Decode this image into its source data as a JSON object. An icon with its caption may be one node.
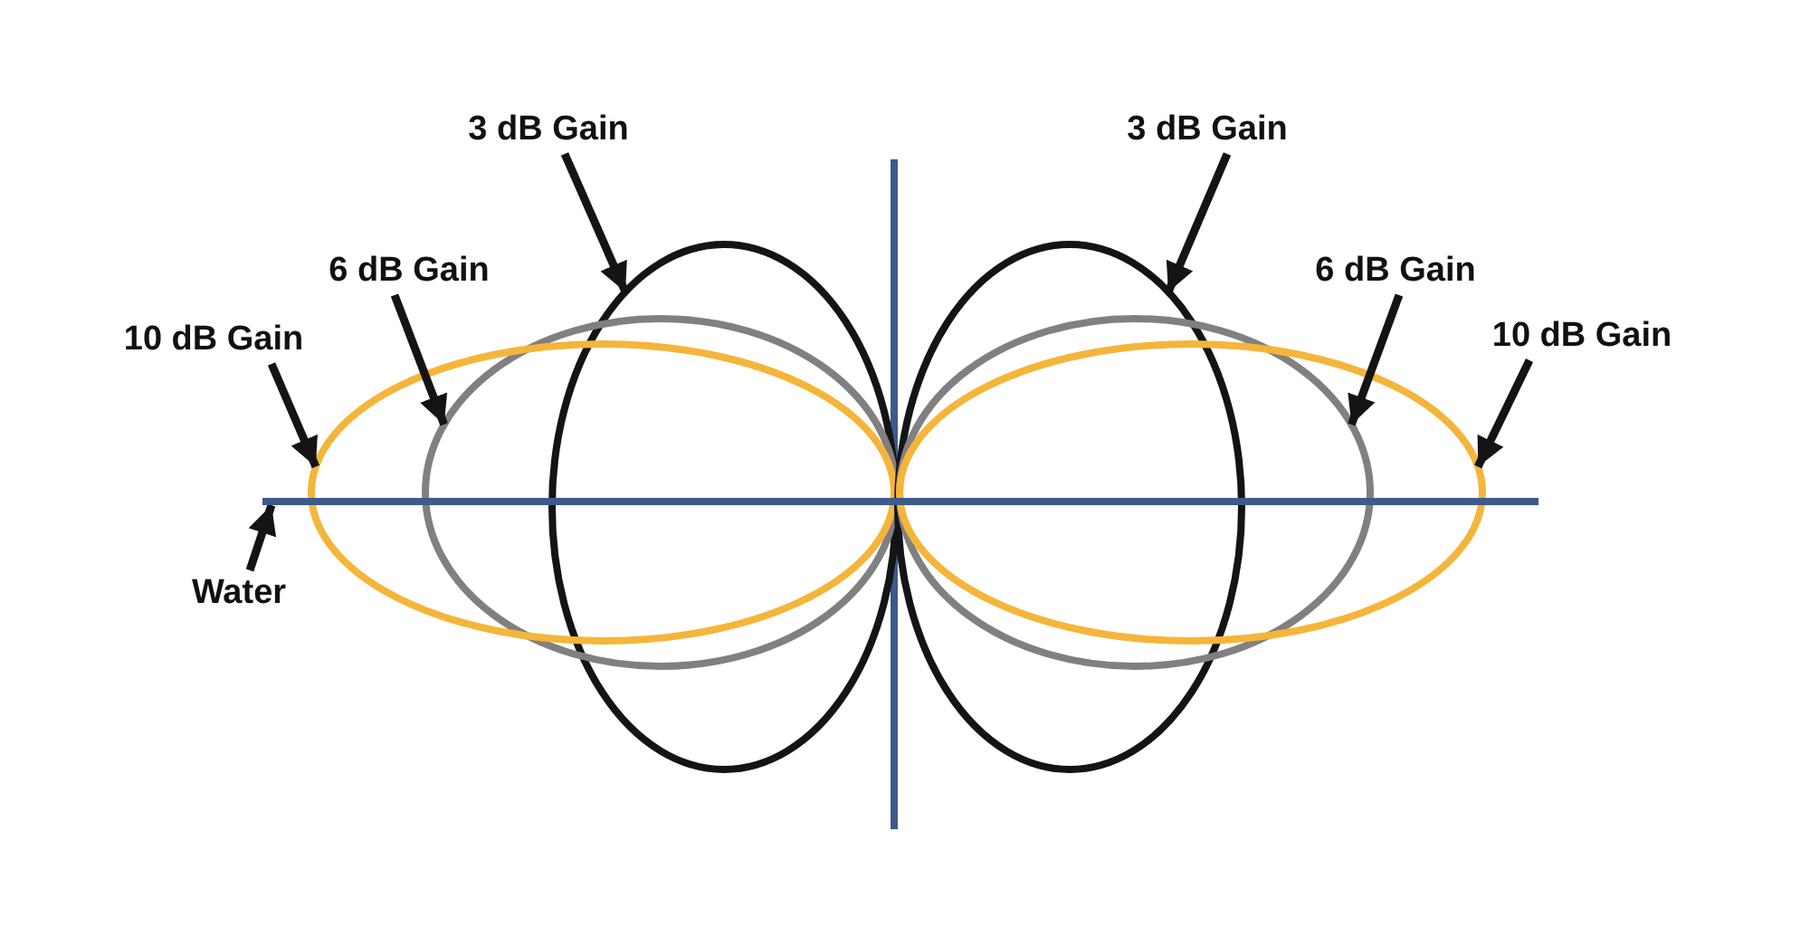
{
  "diagram": {
    "nodes": [
      {
        "text": [
          "3 dB Gain"
        ]
      },
      {
        "text": [
          "3 dB Gain"
        ]
      },
      {
        "text": [
          "6 dB Gain"
        ]
      },
      {
        "text": [
          "6 dB Gain"
        ]
      },
      {
        "text": [
          "10 dB Gain"
        ]
      },
      {
        "text": [
          "10 dB Gain"
        ]
      },
      {
        "text": [
          "Water"
        ]
      },
      {
        "text": [],
        "shape": "ellipse"
      },
      {
        "text": [],
        "shape": "ellipse"
      },
      {
        "text": [],
        "shape": "ellipse"
      },
      {
        "text": [],
        "shape": "ellipse"
      },
      {
        "text": [],
        "shape": "ellipse"
      },
      {
        "text": [],
        "shape": "ellipse"
      },
      {
        "text": [],
        "shape": "line"
      }
    ],
    "edges": [
      {
        "from": 0,
        "to": 7,
        "arrow": "to"
      },
      {
        "from": 1,
        "to": 10,
        "arrow": "to"
      },
      {
        "from": 2,
        "to": 8,
        "arrow": "to"
      },
      {
        "from": 3,
        "to": 11,
        "arrow": "to"
      },
      {
        "from": 4,
        "to": 9,
        "arrow": "to"
      },
      {
        "from": 5,
        "to": 12,
        "arrow": "to"
      },
      {
        "from": 6,
        "to": 13,
        "arrow": "to"
      }
    ]
  }
}
